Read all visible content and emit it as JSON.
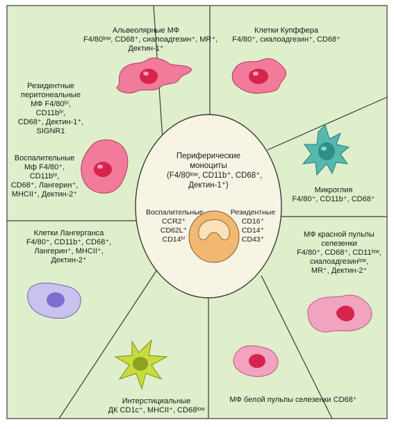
{
  "colors": {
    "background": "#dfeecb",
    "frame": "#3a3a3a",
    "center_fill": "#f7f4e4",
    "monocyte": "#f2b872",
    "pink_cell": "#f27a9a",
    "teal_cell": "#57b8b0",
    "lavender_cell": "#c9c2ef",
    "olive_cell": "#c8dc3c",
    "nucleus": "#d8234c"
  },
  "center": {
    "title": [
      "Периферические",
      "моноциты",
      "(F4/80ˡᵒʷ, CD11b⁺, CD68⁺,",
      "Дектин-1⁺)"
    ],
    "left_group": [
      "Воспалительные",
      "CCR2⁺",
      "CD62L⁺",
      "CD14ʰⁱ"
    ],
    "right_group": [
      "Резидентные",
      "CD16⁺",
      "CD14⁺",
      "CD43⁺"
    ],
    "icon": "monocyte-cell"
  },
  "segments": {
    "alveolar": [
      "Альвеолярные МФ",
      "F4/80ˡᵒʷ, CD68⁺, сиалоадгезин⁺, MR⁺,",
      "Дектин-1⁺"
    ],
    "kupffer": [
      "Клетки Купффера",
      "F4/80⁺, сиалоадгезин⁺, CD68⁺"
    ],
    "microglia": [
      "Микроглия",
      "F4/80⁺, CD11b⁺, CD68⁺"
    ],
    "red_pulp": [
      "МФ красной пульпы",
      "селезенки",
      "F4/80⁺, CD68⁺, CD11ˡᵒʷ,",
      "сиалоадгезинˡᵒʷ,",
      "MR⁺, Дектин-2⁺"
    ],
    "white_pulp": [
      "МФ белой пульпы селезенки CD68⁺"
    ],
    "interstitial": [
      "Интерстициальные",
      "ДК CD1c⁺, MHCII⁺, CD68ˡᵒʷ"
    ],
    "langerhans": [
      "Клетки Лангерганса",
      "F4/80⁺, CD11b⁺, CD68⁺,",
      "Лангерин⁺, MHCII⁺,",
      "Дектин-2⁺"
    ],
    "peritoneal": [
      "Резидентные",
      "перитонеальные",
      "МФ F4/80ʰⁱ,",
      "CD11bʰⁱ,",
      "CD68⁺, Дектин-1⁺,",
      "SIGNR1"
    ],
    "inflammatory": [
      "Воспалительные",
      "Мф F4/80⁺,",
      "CD11bʰⁱ,",
      "CD68⁺, Лангерин⁺,",
      "MHCII⁺, Дектин-2⁺"
    ]
  }
}
